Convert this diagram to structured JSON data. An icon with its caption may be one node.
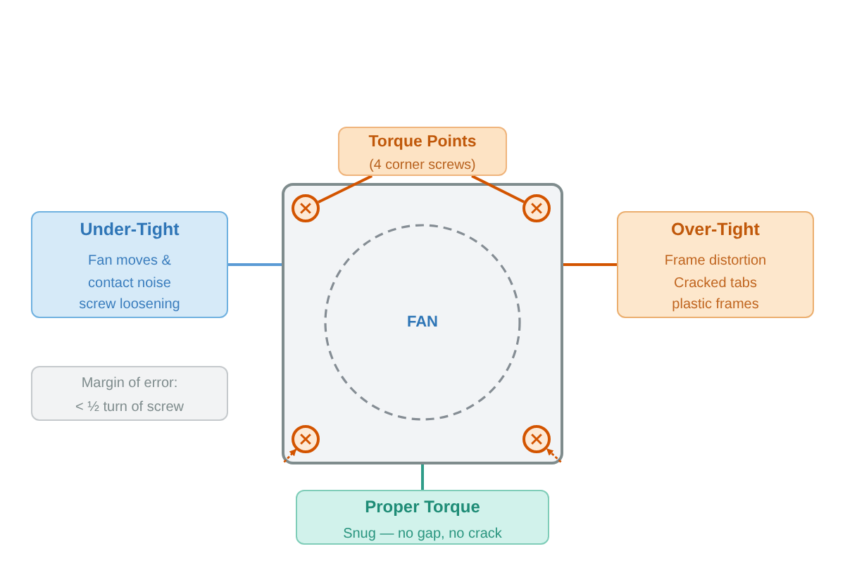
{
  "diagram": {
    "nodes": [
      {
        "text": [
          "Torque Points",
          "(4 corner screws)"
        ]
      },
      {
        "text": [],
        "shape": "box"
      },
      {
        "text": [],
        "shape": "circle",
        "in": 1
      },
      {
        "text": [],
        "shape": "circle",
        "in": 1
      },
      {
        "text": [
          "FAN"
        ],
        "in": 1
      },
      {
        "text": [],
        "shape": "circle",
        "in": 1
      },
      {
        "text": [],
        "shape": "circle",
        "in": 1
      },
      {
        "text": [
          "Under-Tight",
          "Fan moves &",
          "contact noise",
          "screw loosening"
        ]
      },
      {
        "text": [
          "Over-Tight",
          "Frame distortion",
          "Cracked tabs",
          "plastic frames"
        ]
      },
      {
        "text": [
          "Margin of error:",
          "< ½ turn of screw"
        ]
      },
      {
        "text": [
          "Proper Torque",
          "Snug — no gap, no crack"
        ]
      }
    ],
    "edges": [
      {
        "from": 0,
        "to": 2,
        "arrow": "none"
      },
      {
        "from": 0,
        "to": 3,
        "arrow": "none"
      },
      {
        "from": 7,
        "to": 1,
        "arrow": "none",
        "color": "#5b9bd5"
      },
      {
        "from": 1,
        "to": 8,
        "arrow": "none"
      },
      {
        "from": 1,
        "to": 5,
        "arrow": "to",
        "style": "dashed"
      },
      {
        "from": 1,
        "to": 6,
        "arrow": "to",
        "style": "dashed"
      },
      {
        "from": 1,
        "to": 10,
        "arrow": "none",
        "color": "#2e9c88"
      }
    ]
  }
}
